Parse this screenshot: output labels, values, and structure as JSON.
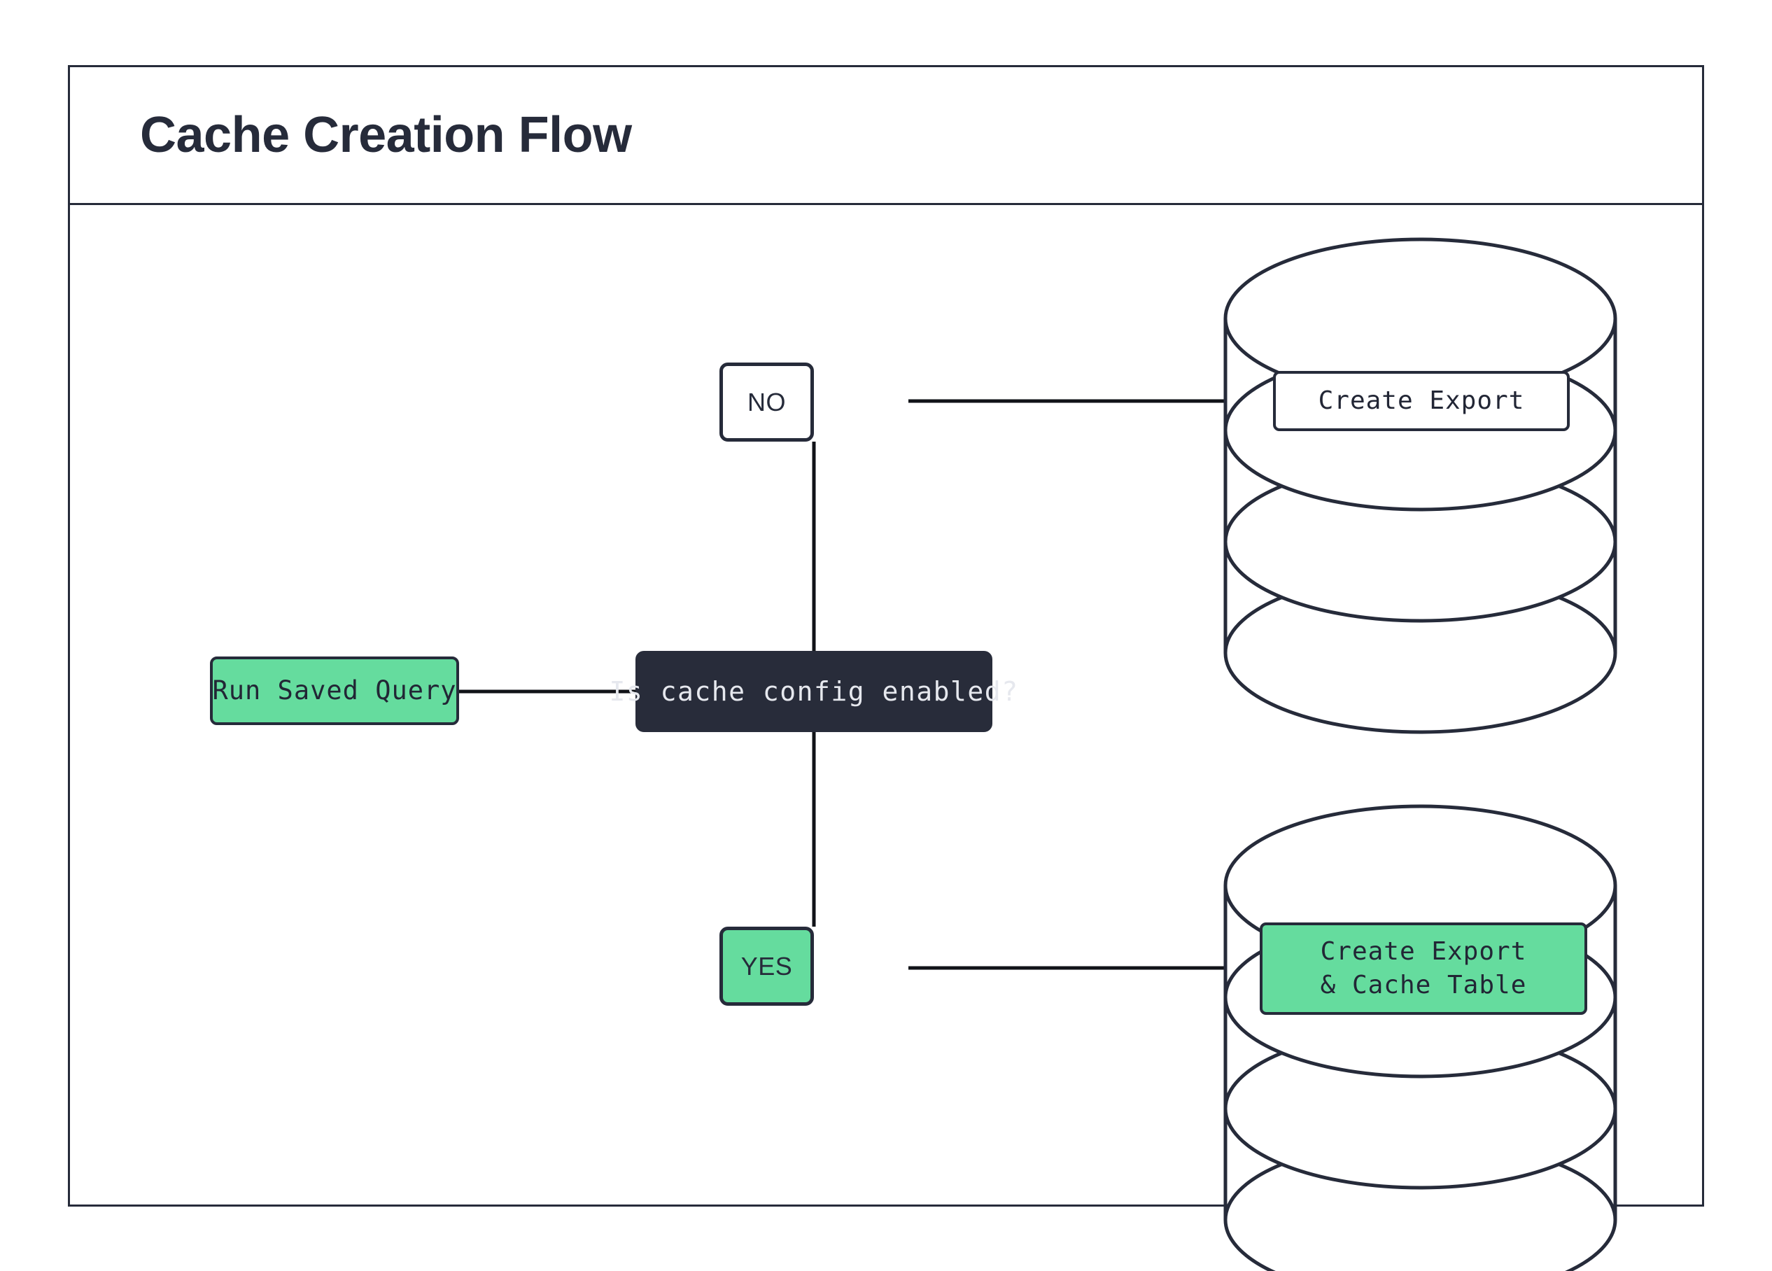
{
  "header": {
    "title": "Cache Creation Flow"
  },
  "theme": {
    "ink": "#262b3a",
    "decision_fill": "#282c3a",
    "decision_text": "#e6e8ee",
    "accent_green": "#65dc9e",
    "canvas": "#ffffff"
  },
  "flow": {
    "start_node": {
      "label": "Run Saved Query"
    },
    "decision_node": {
      "label": "Is cache config enabled?"
    },
    "branches": [
      {
        "id": "no",
        "label": "NO"
      },
      {
        "id": "yes",
        "label": "YES"
      }
    ],
    "datastores": [
      {
        "id": "export-store",
        "icon": "database-cylinder-icon",
        "label_lines": [
          "Create Export"
        ]
      },
      {
        "id": "export-cache-store",
        "icon": "database-cylinder-icon",
        "label_lines": [
          "Create Export",
          "& Cache Table"
        ]
      }
    ],
    "connectors": [
      {
        "from": "start_node",
        "to": "decision_node",
        "orientation": "horizontal"
      },
      {
        "from": "decision_node",
        "to": "no",
        "orientation": "vertical"
      },
      {
        "from": "decision_node",
        "to": "yes",
        "orientation": "vertical"
      },
      {
        "from": "no",
        "to": "export-store",
        "orientation": "horizontal"
      },
      {
        "from": "yes",
        "to": "export-cache-store",
        "orientation": "horizontal"
      }
    ]
  }
}
